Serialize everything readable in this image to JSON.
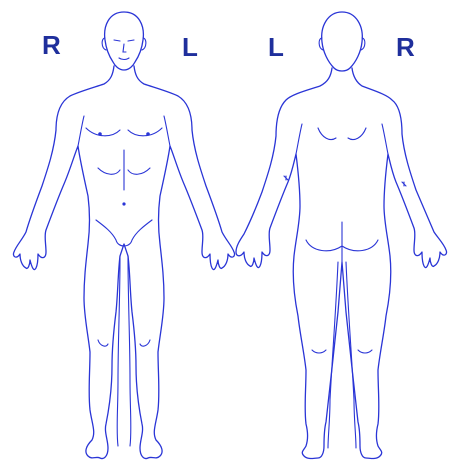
{
  "labels": {
    "front_right": "R",
    "front_left": "L",
    "back_left": "L",
    "back_right": "R"
  },
  "colors": {
    "line": "#2a35d6",
    "label": "#1f2f9c",
    "background": "#ffffff"
  },
  "figures": [
    "front-view-figure",
    "back-view-figure"
  ]
}
